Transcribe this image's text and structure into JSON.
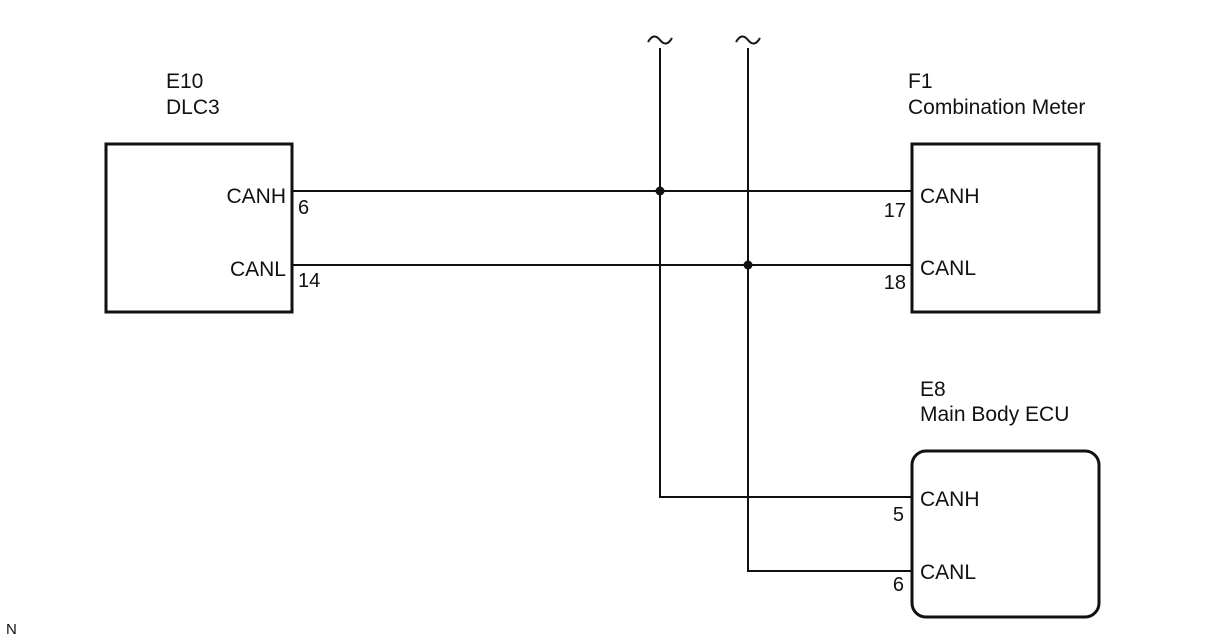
{
  "components": {
    "dlc3": {
      "code": "E10",
      "name": "DLC3",
      "pins": [
        {
          "signal": "CANH",
          "number": "6"
        },
        {
          "signal": "CANL",
          "number": "14"
        }
      ]
    },
    "combination_meter": {
      "code": "F1",
      "name": "Combination Meter",
      "pins": [
        {
          "signal": "CANH",
          "number": "17"
        },
        {
          "signal": "CANL",
          "number": "18"
        }
      ]
    },
    "main_body_ecu": {
      "code": "E8",
      "name": "Main Body ECU",
      "pins": [
        {
          "signal": "CANH",
          "number": "5"
        },
        {
          "signal": "CANL",
          "number": "6"
        }
      ]
    }
  },
  "corner_mark": "N",
  "break_symbol": "~"
}
